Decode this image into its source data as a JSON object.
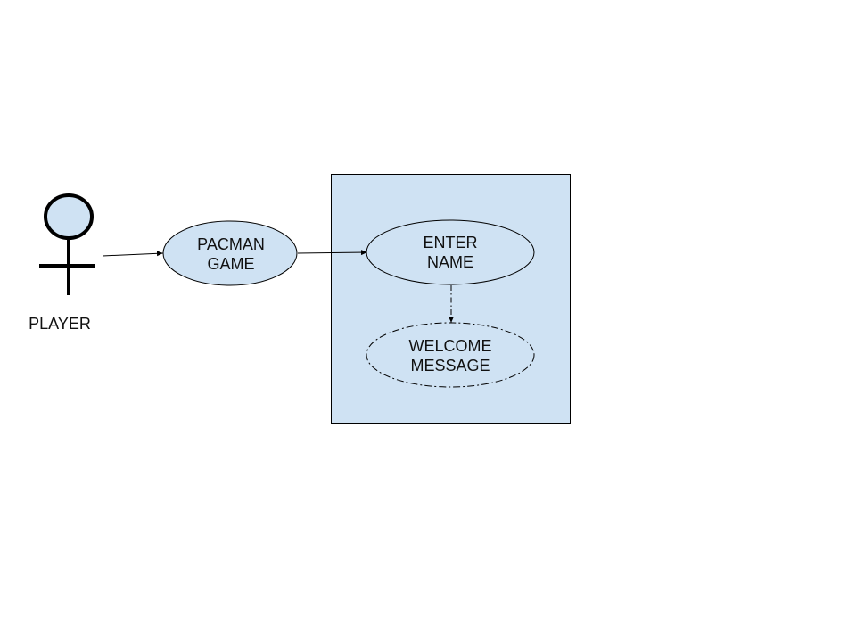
{
  "diagram": {
    "actor": {
      "label": "PLAYER"
    },
    "use_cases": {
      "pacman_game": {
        "line1": "PACMAN",
        "line2": "GAME"
      },
      "enter_name": {
        "line1": "ENTER",
        "line2": "NAME"
      },
      "welcome_message": {
        "line1": "WELCOME",
        "line2": "MESSAGE"
      }
    },
    "colors": {
      "fill": "#cfe2f3",
      "stroke": "#000000",
      "background": "#ffffff"
    },
    "icons": {
      "actor": "stick-figure-icon"
    }
  }
}
